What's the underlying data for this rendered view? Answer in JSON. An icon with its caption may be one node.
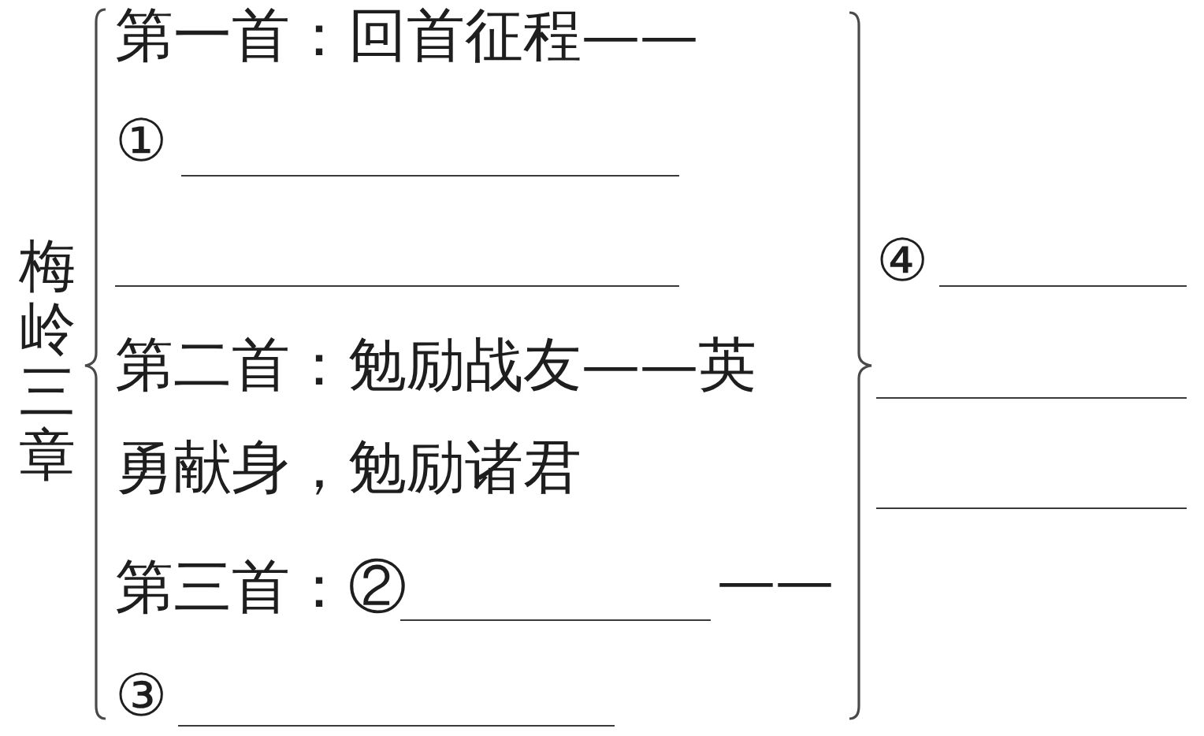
{
  "diagram": {
    "labels": [
      "梅岭三章",
      "第一首：回首征程——",
      "①",
      "第二首：勉励战友——英勇献身，勉励诸君",
      "第三首：②",
      "——",
      "③",
      "④"
    ]
  }
}
